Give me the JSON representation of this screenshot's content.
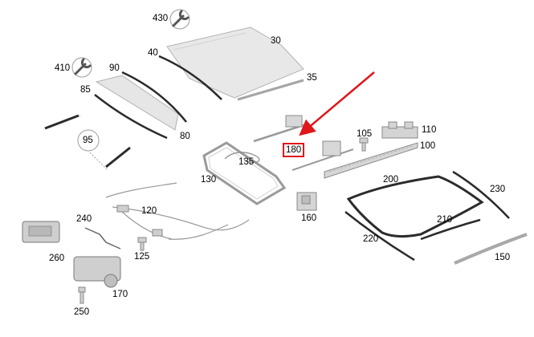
{
  "diagram": {
    "part_labels": [
      "430",
      "30",
      "40",
      "35",
      "410",
      "90",
      "85",
      "80",
      "95",
      "105",
      "110",
      "180",
      "100",
      "135",
      "130",
      "200",
      "230",
      "240",
      "120",
      "210",
      "160",
      "260",
      "125",
      "220",
      "150",
      "170",
      "250"
    ],
    "highlighted_part": "180",
    "wrench_markers": [
      "430",
      "410"
    ],
    "colors": {
      "line": "#333333",
      "part_fill": "#e6e6e6",
      "part_stroke": "#9a9a9a",
      "seal_dark": "#2b2b2b",
      "highlight": "#e0161b"
    }
  }
}
